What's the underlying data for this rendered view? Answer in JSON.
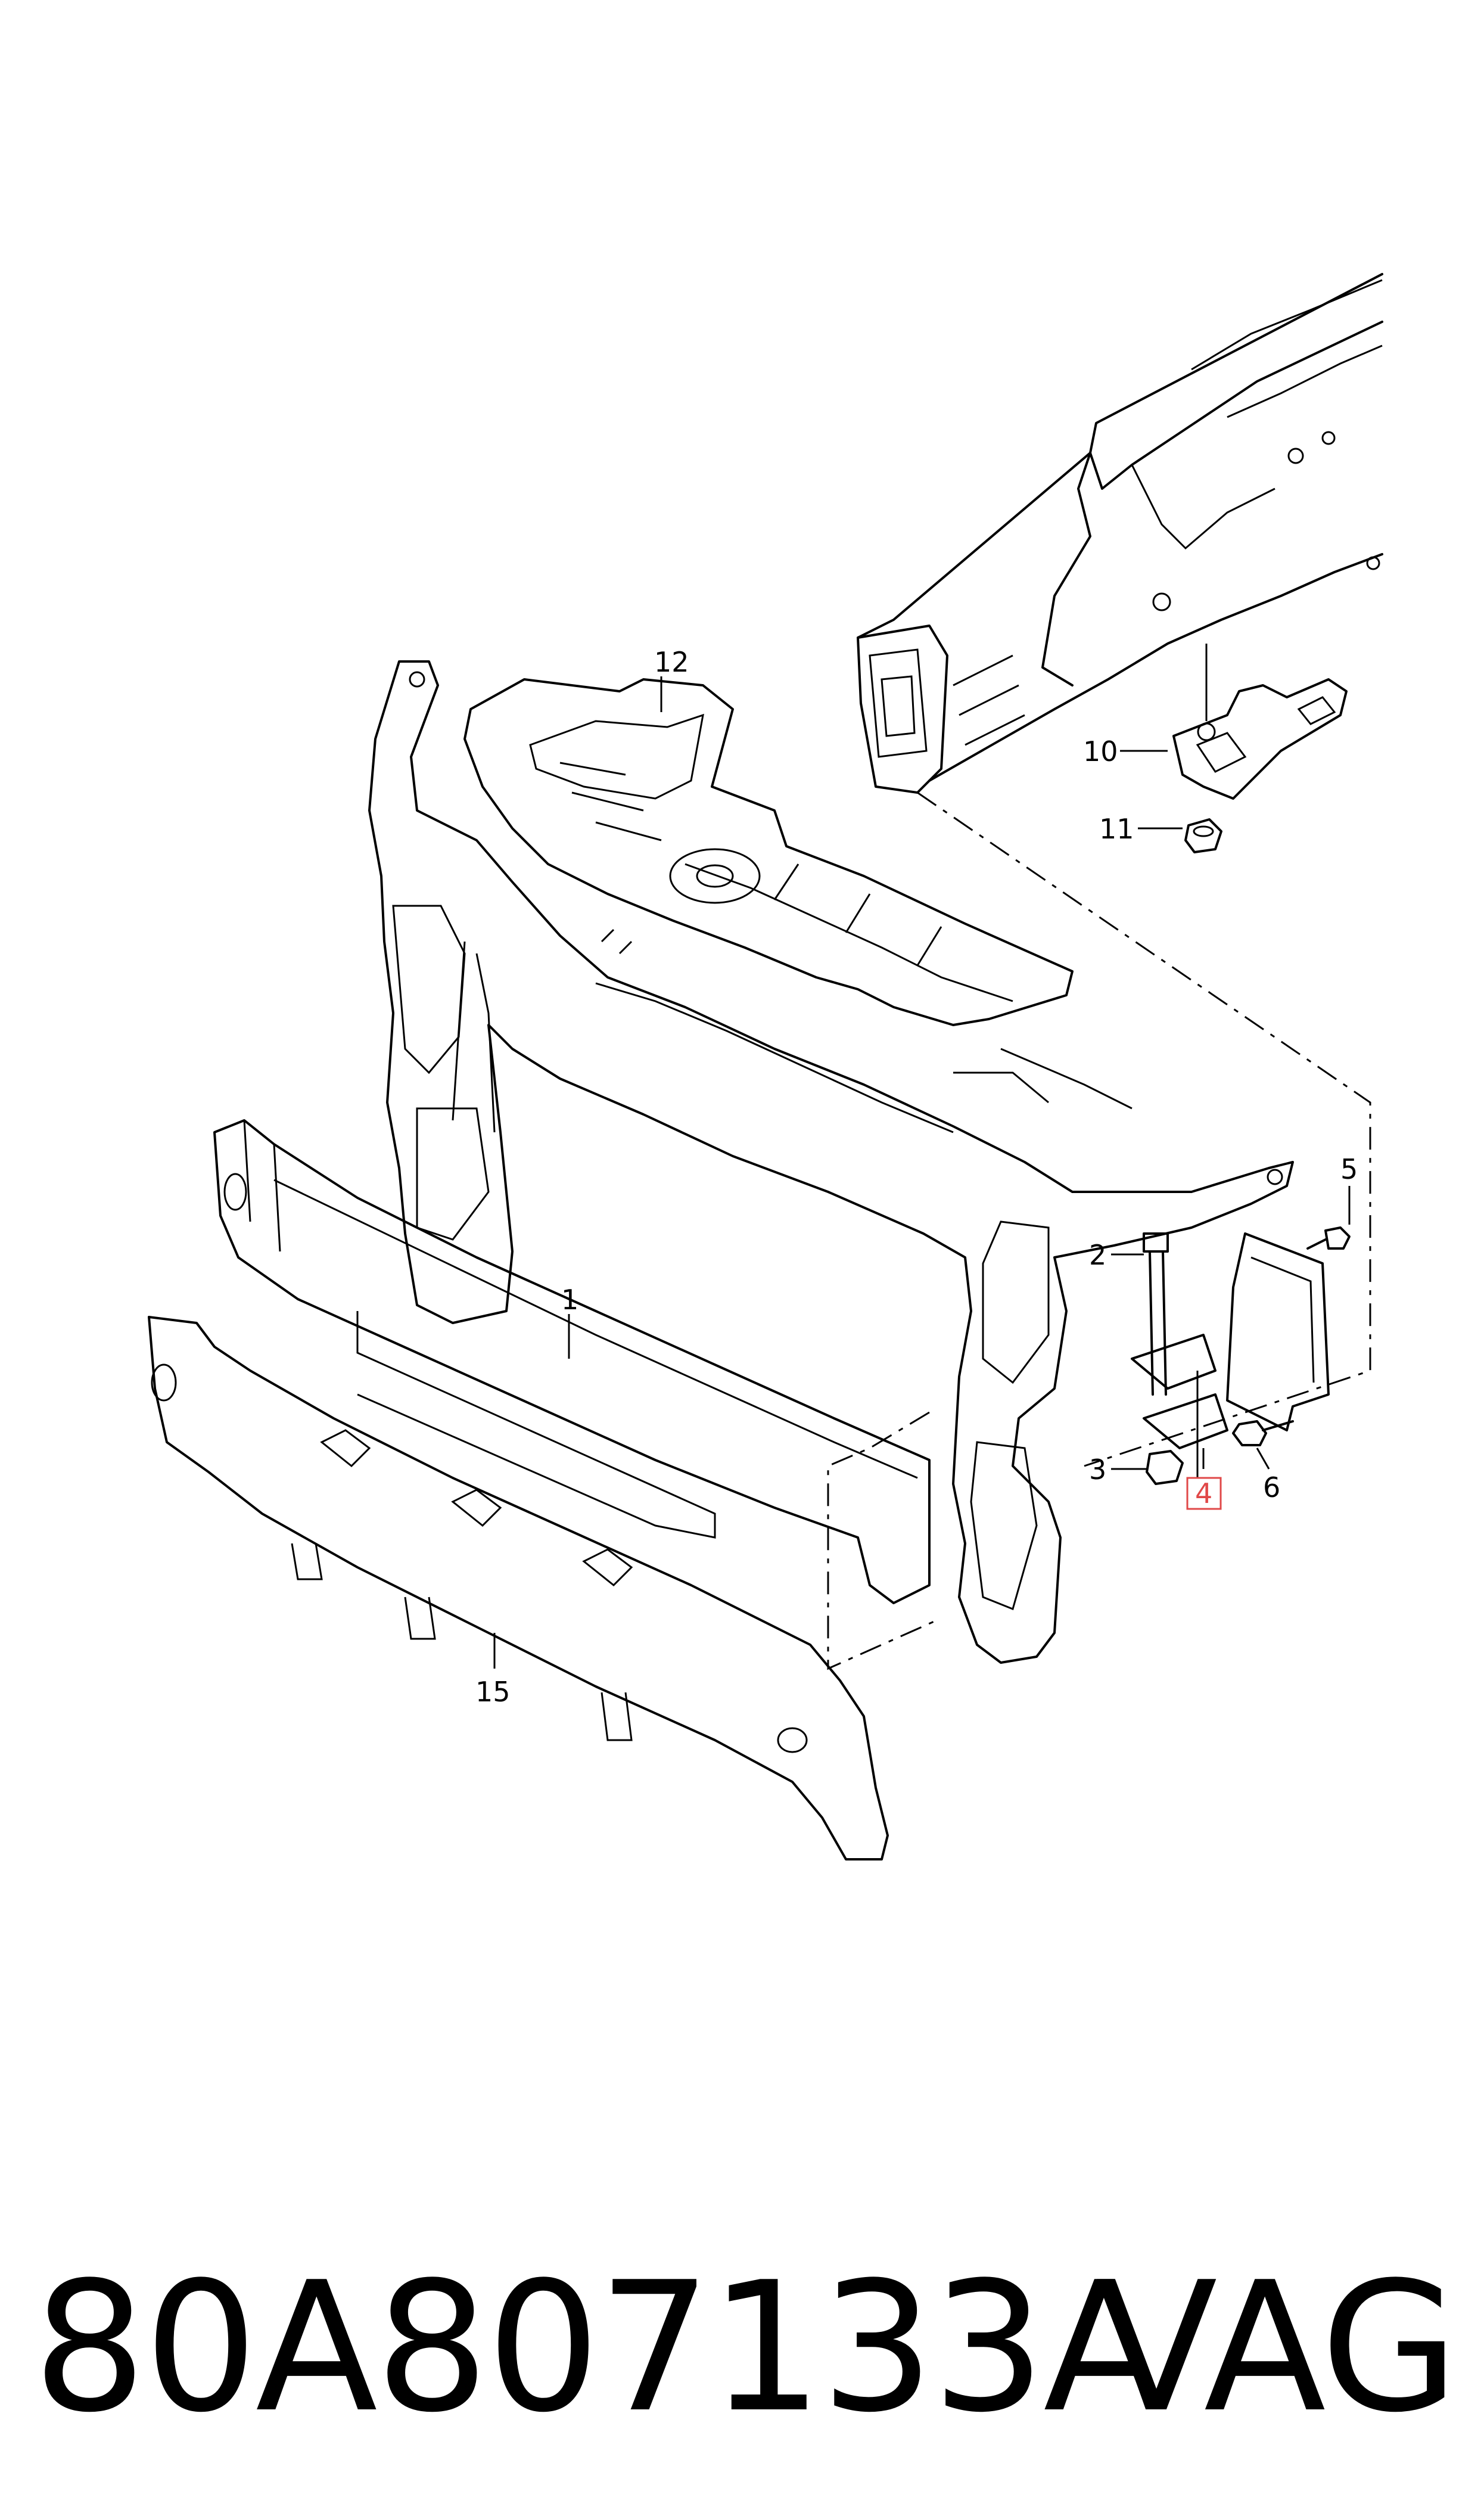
{
  "callouts": {
    "c1": "1",
    "c2": "2",
    "c3": "3",
    "c4": "4",
    "c5": "5",
    "c6": "6",
    "c10": "10",
    "c11": "11",
    "c12": "12",
    "c15": "15"
  },
  "highlighted_callout": "4",
  "caption": {
    "part_number": "80A807133A",
    "brand": "VAG"
  }
}
